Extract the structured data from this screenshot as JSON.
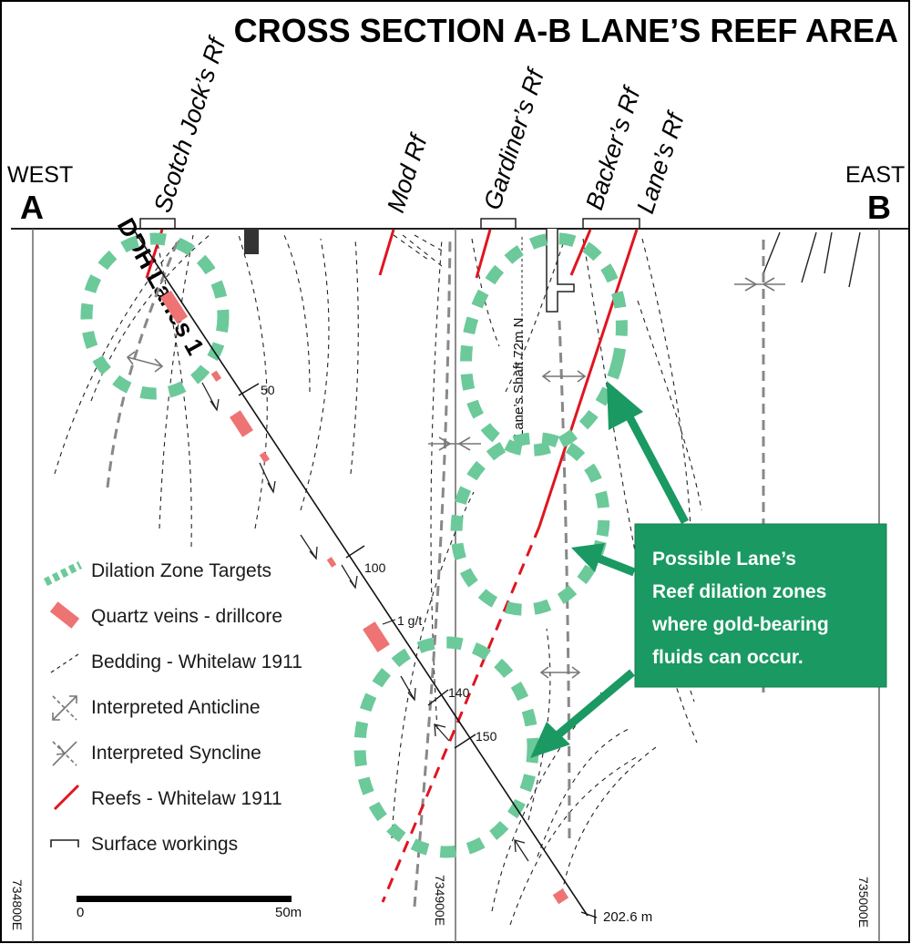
{
  "title": "CROSS SECTION A-B LANE’S REEF AREA",
  "section_ends": {
    "west_word": "WEST",
    "west_letter": "A",
    "east_word": "EAST",
    "east_letter": "B"
  },
  "drillhole": {
    "label": "DDH Lanes 1",
    "depth_labels": [
      "50",
      "100",
      "140",
      "150",
      "202.6 m"
    ],
    "assay_label": "1 g/t"
  },
  "reefs": [
    "Scotch Jock’s Rf",
    "Mod Rf",
    "Gardiner’s Rf",
    "Backer’s Rf",
    "Lane’s Rf"
  ],
  "shaft_label": "Lane’s Shaft 72m N",
  "eastings": [
    "734800E",
    "734900E",
    "735000E"
  ],
  "scale_bar": {
    "start": "0",
    "end": "50m"
  },
  "legend": [
    {
      "label": "Dilation Zone Targets",
      "icon": "dilation-icon"
    },
    {
      "label": "Quartz veins - drillcore",
      "icon": "quartz-icon"
    },
    {
      "label": "Bedding - Whitelaw 1911",
      "icon": "bedding-icon"
    },
    {
      "label": "Interpreted Anticline",
      "icon": "anticline-icon"
    },
    {
      "label": "Interpreted Syncline",
      "icon": "syncline-icon"
    },
    {
      "label": "Reefs - Whitelaw 1911",
      "icon": "reef-icon"
    },
    {
      "label": "Surface workings",
      "icon": "surface-workings-icon"
    }
  ],
  "callout": {
    "lines": [
      "Possible Lane’s",
      "Reef dilation zones",
      "where gold-bearing",
      "fluids can occur."
    ]
  },
  "colors": {
    "dilation": "#6cc99a",
    "callout": "#1a9962",
    "reef": "#e0151f",
    "quartz": "#ee7373"
  }
}
